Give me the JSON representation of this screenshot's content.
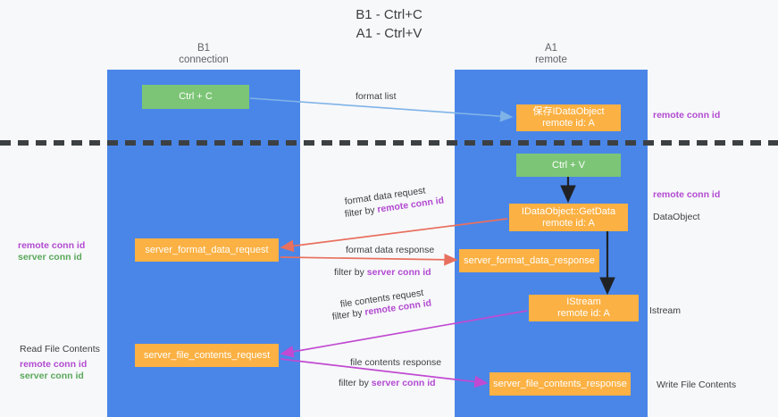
{
  "title": "B1 - Ctrl+C\nA1 - Ctrl+V",
  "lanes": [
    {
      "name": "b1",
      "header": "B1\nconnection"
    },
    {
      "name": "a1",
      "header": "A1\nremote"
    }
  ],
  "boxes": {
    "ctrl_c": "Ctrl + C",
    "idataobject_store": "保存IDataObject\nremote id: A",
    "ctrl_v": "Ctrl + V",
    "getdata": "IDataObject::GetData\nremote id: A",
    "server_format_data_request": "server_format_data_request",
    "server_format_data_response": "server_format_data_response",
    "istream": "IStream\nremote id: A",
    "server_file_contents_request": "server_file_contents_request",
    "server_file_contents_response": "server_file_contents_response"
  },
  "arrow_labels": {
    "format_list": "format list",
    "format_data_request_line1": "format data request",
    "format_data_request_prefix": "filter by ",
    "format_data_request_key": "remote conn id",
    "format_data_response_line1": "format data response",
    "format_data_response_prefix": "filter by ",
    "format_data_response_key": "server conn id",
    "file_contents_request_line1": "file contents request",
    "file_contents_request_prefix": "filter by ",
    "file_contents_request_key": "remote conn id",
    "file_contents_response_line1": "file contents response",
    "file_contents_response_prefix": "filter by ",
    "file_contents_response_key": "server conn id"
  },
  "annotations": {
    "right_remote_conn_id_top": "remote conn id",
    "right_remote_conn_id_mid": "remote conn id",
    "right_dataobject": "DataObject",
    "right_istream": "Istream",
    "right_write_file_contents": "Write File Contents",
    "left_remote_conn_id": "remote conn id",
    "left_server_conn_id": "server conn id",
    "left_read_file_contents": "Read File Contents",
    "left_remote_conn_id_2": "remote conn id",
    "left_server_conn_id_2": "server conn id"
  },
  "colors": {
    "lane": "#4a86e8",
    "box_green": "#7cc576",
    "box_orange": "#fbb143",
    "magenta": "#b24ad1",
    "green_text": "#5aa85a",
    "red_arrow": "#e8705f",
    "blue_arrow": "#7fb3e8",
    "magenta_arrow": "#c04ad1",
    "dark": "#3c4043",
    "background": "#f7f8fa"
  }
}
